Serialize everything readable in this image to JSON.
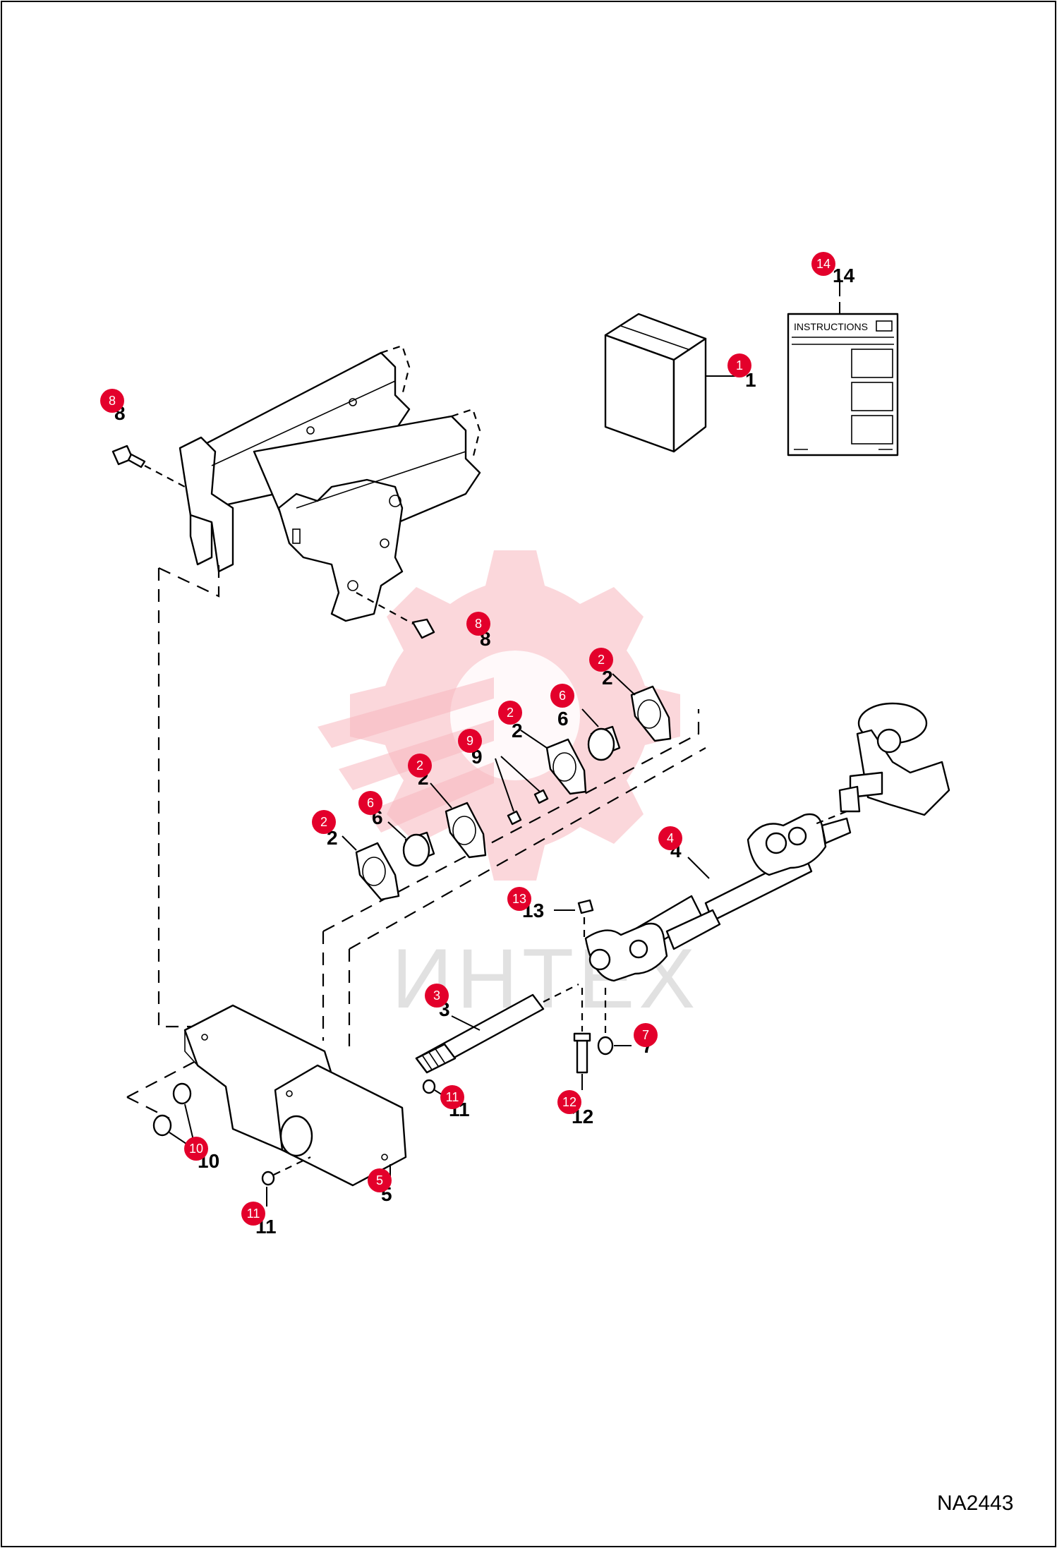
{
  "watermark": "ИНТЕХ",
  "drawing_code": "NA2443",
  "instructions_label": "INSTRUCTIONS",
  "callouts": [
    {
      "id": "c1",
      "number": "1"
    },
    {
      "id": "c2a",
      "number": "2"
    },
    {
      "id": "c2b",
      "number": "2"
    },
    {
      "id": "c2c",
      "number": "2"
    },
    {
      "id": "c2d",
      "number": "2"
    },
    {
      "id": "c3",
      "number": "3"
    },
    {
      "id": "c4",
      "number": "4"
    },
    {
      "id": "c5",
      "number": "5"
    },
    {
      "id": "c6a",
      "number": "6"
    },
    {
      "id": "c6b",
      "number": "6"
    },
    {
      "id": "c7",
      "number": "7"
    },
    {
      "id": "c8a",
      "number": "8"
    },
    {
      "id": "c8b",
      "number": "8"
    },
    {
      "id": "c9",
      "number": "9"
    },
    {
      "id": "c10",
      "number": "10"
    },
    {
      "id": "c11a",
      "number": "11"
    },
    {
      "id": "c11b",
      "number": "11"
    },
    {
      "id": "c12",
      "number": "12"
    },
    {
      "id": "c13",
      "number": "13"
    },
    {
      "id": "c14",
      "number": "14"
    }
  ],
  "colors": {
    "badge": "#e3002b",
    "watermark": "#f7b7bd"
  }
}
